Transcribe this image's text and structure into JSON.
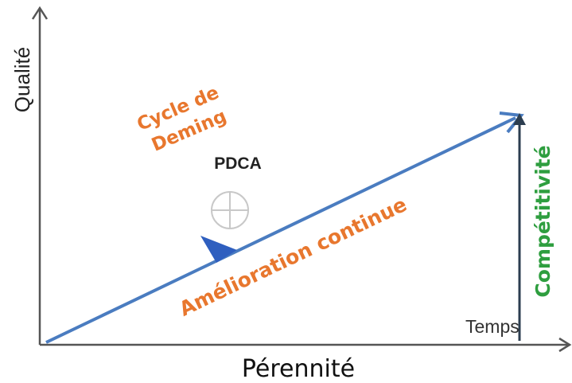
{
  "axes": {
    "y_label": "Qualité",
    "x_label": "Pérennité"
  },
  "labels": {
    "deming": [
      "Cycle de",
      "Deming"
    ],
    "pdca": "PDCA",
    "amelioration": "Amélioration continue",
    "competitivite": "Compétitivité",
    "temps": "Temps"
  },
  "colors": {
    "axis": "#555555",
    "progress_arrow": "#4a7cc0",
    "wedge": "#2f5fbf",
    "orange": "#e8772e",
    "green": "#2e9e3f",
    "vertical_arrow": "#2c3e50",
    "wheel": "#c8c8c8"
  }
}
